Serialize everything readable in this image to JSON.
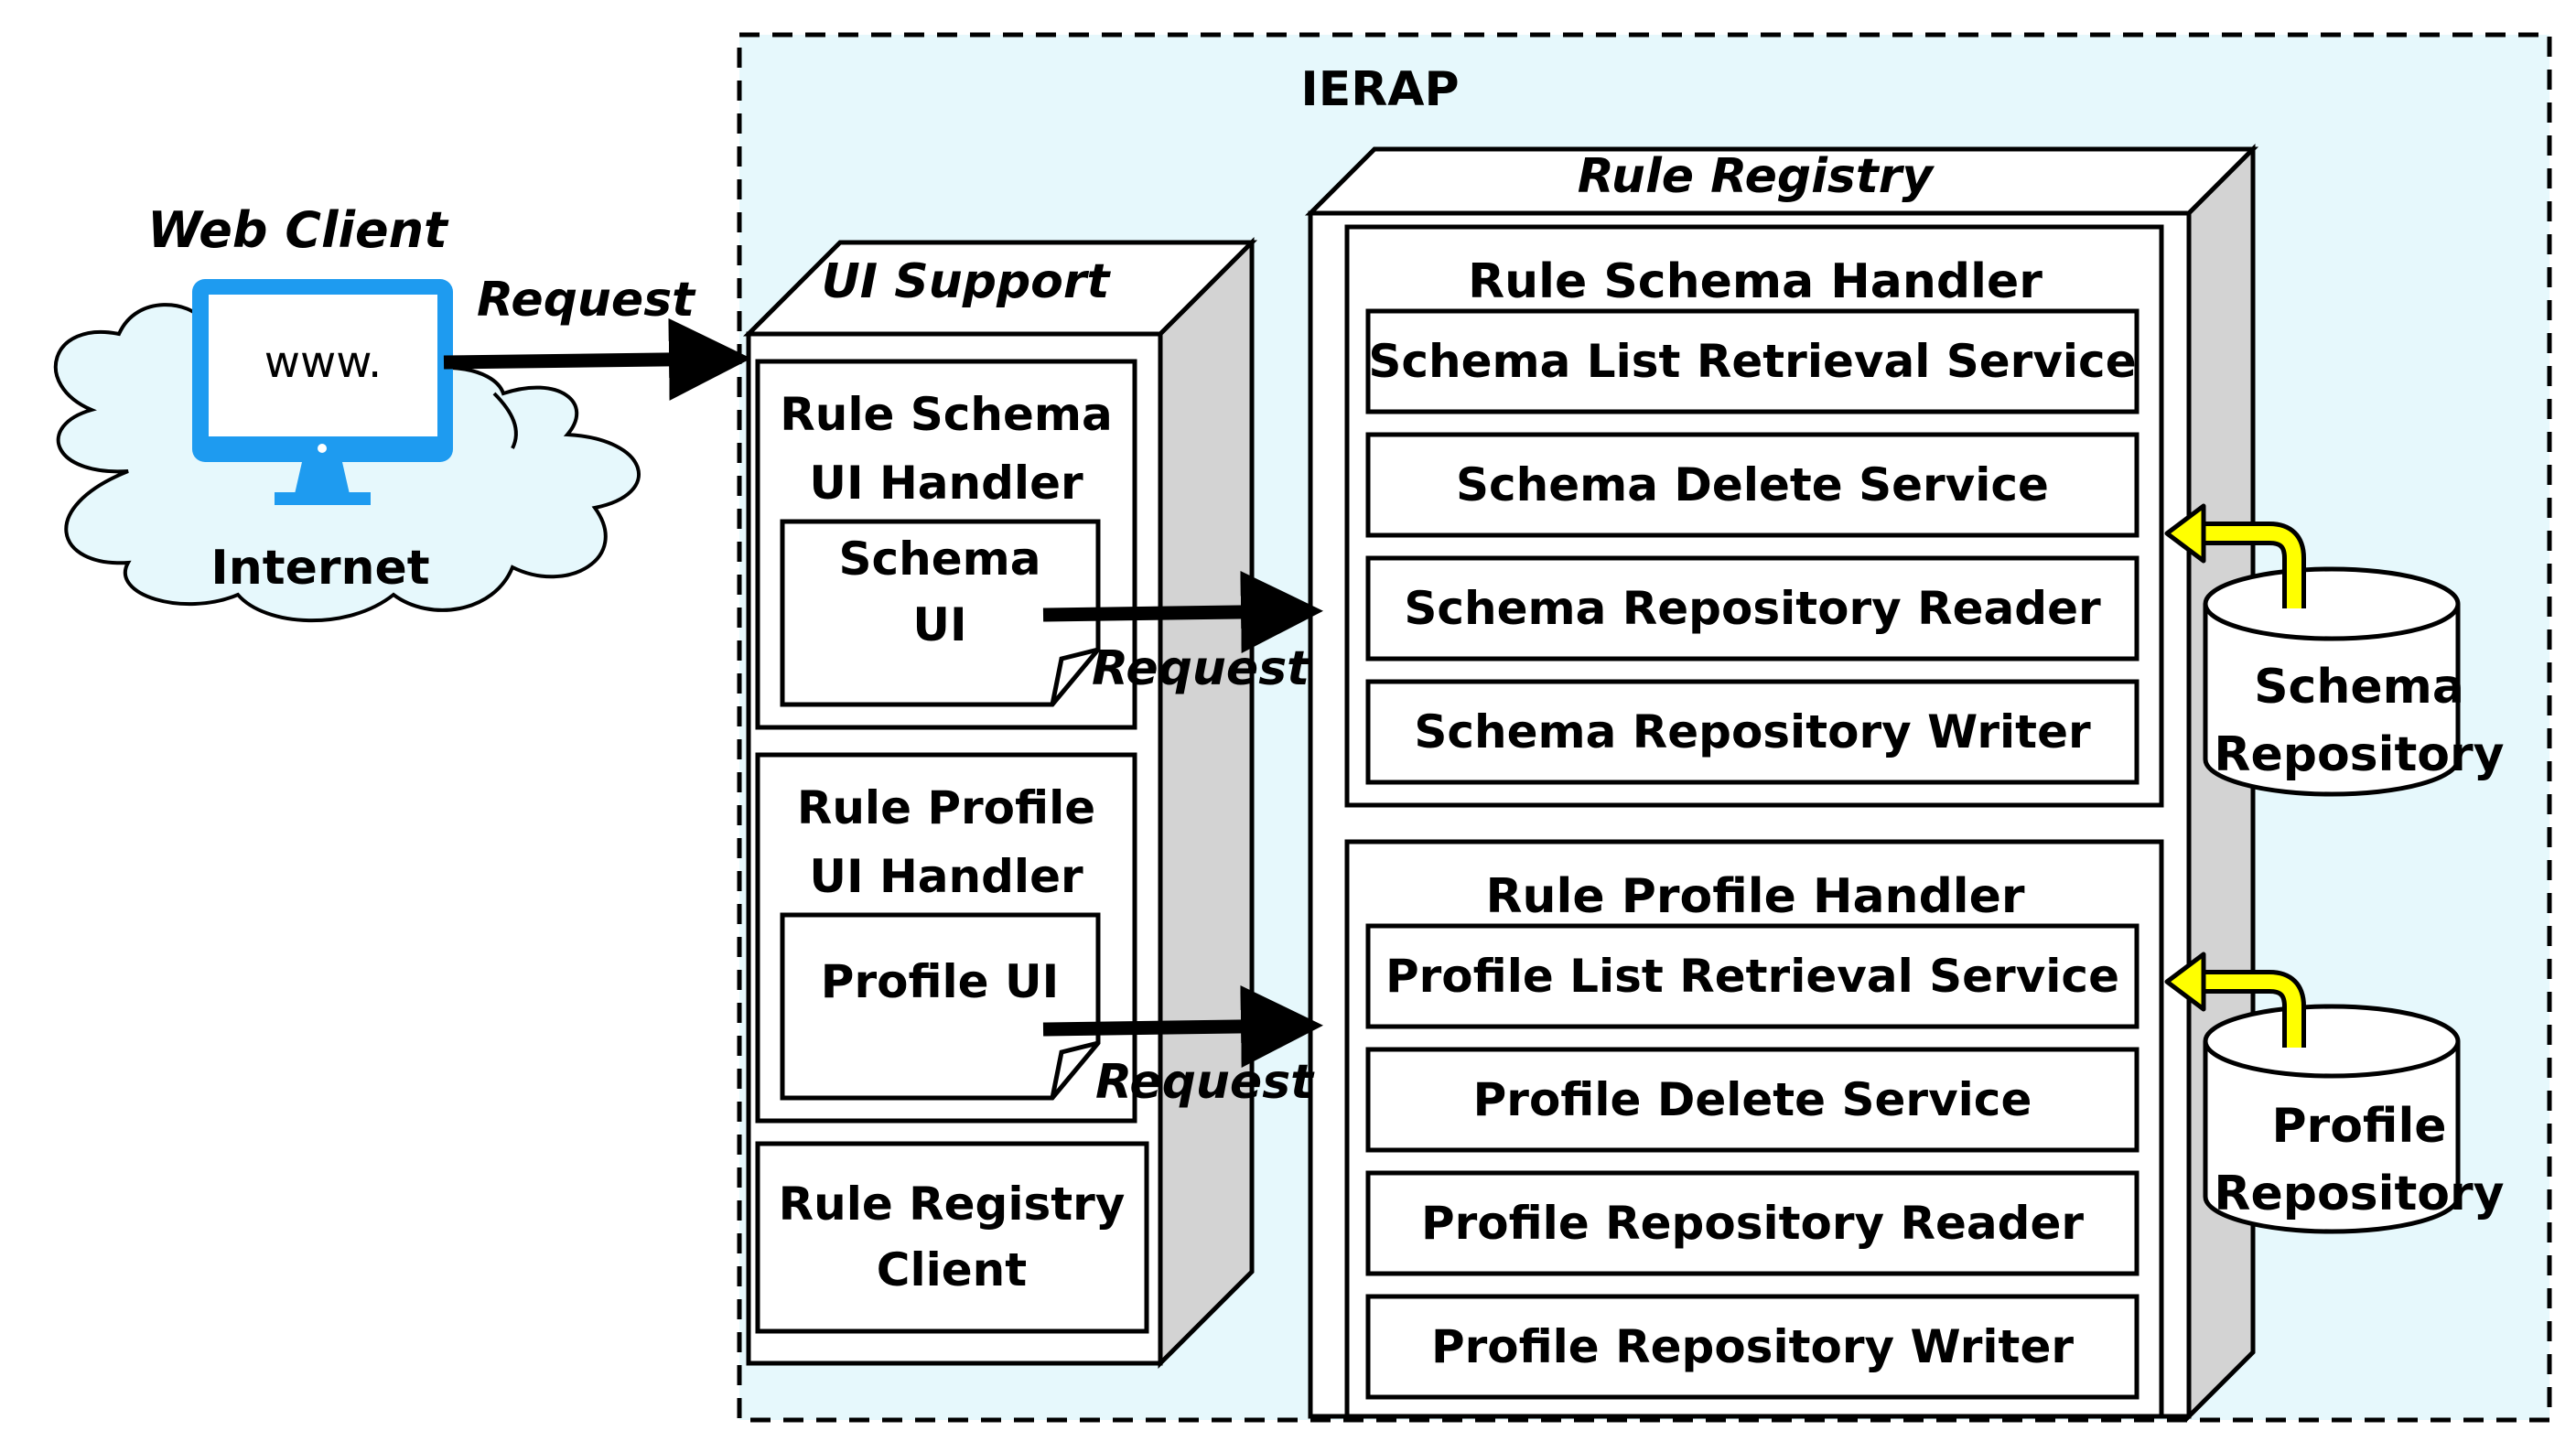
{
  "ierap": {
    "title": "IERAP"
  },
  "web_client": {
    "title": "Web Client",
    "screen_text": "www.",
    "cloud_label": "Internet",
    "request_label": "Request"
  },
  "ui_support": {
    "title": "UI Support",
    "schema_handler": {
      "line1": "Rule Schema",
      "line2": "UI Handler",
      "doc_line1": "Schema",
      "doc_line2": "UI"
    },
    "profile_handler": {
      "line1": "Rule Profile",
      "line2": "UI Handler",
      "doc_label": "Profile UI"
    },
    "registry_client": {
      "line1": "Rule Registry",
      "line2": "Client"
    },
    "schema_request_label": "Request",
    "profile_request_label": "Request"
  },
  "rule_registry": {
    "title": "Rule Registry",
    "schema_handler": {
      "title": "Rule Schema Handler",
      "services": [
        "Schema List Retrieval Service",
        "Schema Delete Service",
        "Schema Repository Reader",
        "Schema Repository Writer"
      ]
    },
    "profile_handler": {
      "title": "Rule Profile Handler",
      "services": [
        "Profile List Retrieval Service",
        "Profile Delete Service",
        "Profile Repository Reader",
        "Profile Repository Writer"
      ]
    }
  },
  "schema_repository": {
    "line1": "Schema",
    "line2": "Repository"
  },
  "profile_repository": {
    "line1": "Profile",
    "line2": "Repository"
  },
  "colors": {
    "ierap_fill": "#E6F8FC",
    "monitor_blue": "#1E9BF0",
    "box_side": "#D3D3D3",
    "arrow_yellow": "#FFFF00"
  }
}
